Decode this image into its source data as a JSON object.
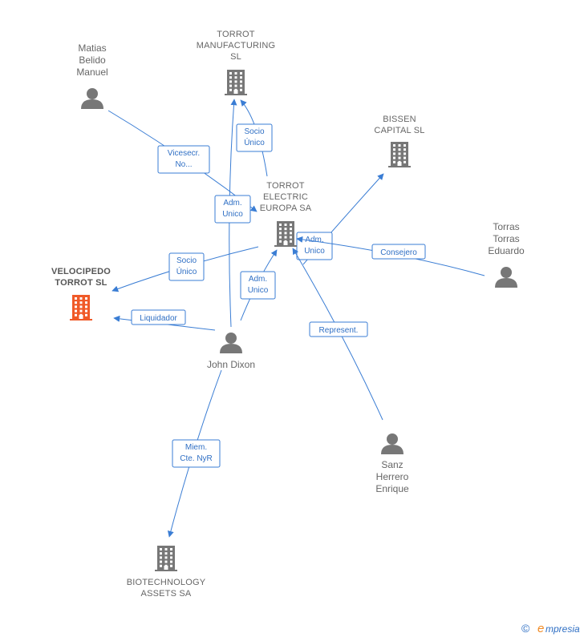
{
  "colors": {
    "edge": "#3a7dd4",
    "node": "#777777",
    "highlight": "#f05a28"
  },
  "nodes": [
    {
      "id": "matias",
      "kind": "person",
      "icon": "person-icon",
      "label": [
        "Matias",
        "Belido",
        "Manuel"
      ]
    },
    {
      "id": "torrot_mfg",
      "kind": "company",
      "icon": "building-icon",
      "label": [
        "TORROT",
        "MANUFACTURING",
        "SL"
      ]
    },
    {
      "id": "bissen",
      "kind": "company",
      "icon": "building-icon",
      "label": [
        "BISSEN",
        "CAPITAL  SL"
      ]
    },
    {
      "id": "torrot_ee",
      "kind": "company",
      "icon": "building-icon",
      "label": [
        "TORROT",
        "ELECTRIC",
        "EUROPA SA"
      ]
    },
    {
      "id": "torras",
      "kind": "person",
      "icon": "person-icon",
      "label": [
        "Torras",
        "Torras",
        "Eduardo"
      ]
    },
    {
      "id": "velocipedo",
      "kind": "company",
      "icon": "building-icon",
      "highlight": true,
      "label": [
        "VELOCIPEDO",
        "TORROT  SL"
      ]
    },
    {
      "id": "dixon",
      "kind": "person",
      "icon": "person-icon",
      "label": [
        "John Dixon"
      ]
    },
    {
      "id": "sanz",
      "kind": "person",
      "icon": "person-icon",
      "label": [
        "Sanz",
        "Herrero",
        "Enrique"
      ]
    },
    {
      "id": "biotech",
      "kind": "company",
      "icon": "building-icon",
      "label": [
        "BIOTECHNOLOGY",
        "ASSETS SA"
      ]
    }
  ],
  "edges": [
    {
      "id": "matias_ee",
      "label": [
        "Vicesecr.",
        "No..."
      ]
    },
    {
      "id": "ee_mfg",
      "label": [
        "Socio",
        "Único"
      ]
    },
    {
      "id": "dixon_mfg",
      "label": [
        "Adm.",
        "Unico"
      ]
    },
    {
      "id": "ee_velocipedo",
      "label": [
        "Socio",
        "Único"
      ]
    },
    {
      "id": "dixon_ee",
      "label": [
        "Adm.",
        "Unico"
      ]
    },
    {
      "id": "ee_bissen",
      "label": [
        "Adm.",
        "Unico"
      ]
    },
    {
      "id": "torras_ee",
      "label": [
        "Consejero"
      ]
    },
    {
      "id": "dixon_velocipedo",
      "label": [
        "Liquidador"
      ]
    },
    {
      "id": "sanz_ee",
      "label": [
        "Represent."
      ]
    },
    {
      "id": "dixon_biotech",
      "label": [
        "Miem.",
        "Cte. NyR"
      ]
    }
  ],
  "footer": {
    "copyright": "©",
    "brand_initial": "e",
    "brand_rest": "mpresia"
  }
}
